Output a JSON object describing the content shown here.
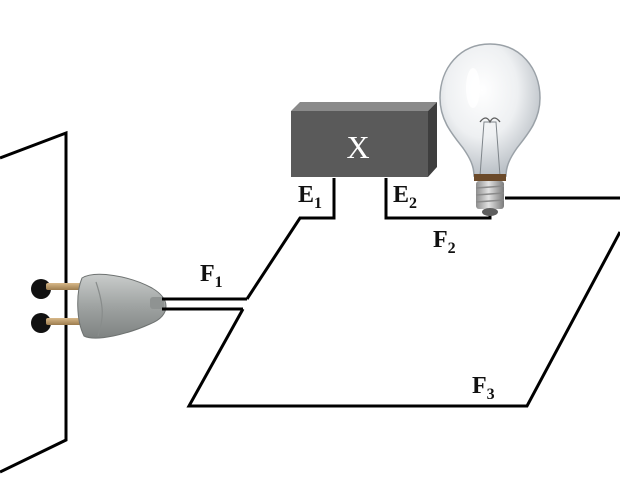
{
  "diagram": {
    "box_label": "X",
    "labels": {
      "e1": {
        "main": "E",
        "sub": "1"
      },
      "e2": {
        "main": "E",
        "sub": "2"
      },
      "f1": {
        "main": "F",
        "sub": "1"
      },
      "f2": {
        "main": "F",
        "sub": "2"
      },
      "f3": {
        "main": "F",
        "sub": "3"
      }
    },
    "colors": {
      "box_front": "#5a5a5a",
      "box_top": "#8a8a8a",
      "box_side": "#3e3e3e",
      "wire": "#000000",
      "plug_body": "#a9adac",
      "socket_hole": "#111111",
      "bulb_base": "#b9b9b9"
    }
  }
}
